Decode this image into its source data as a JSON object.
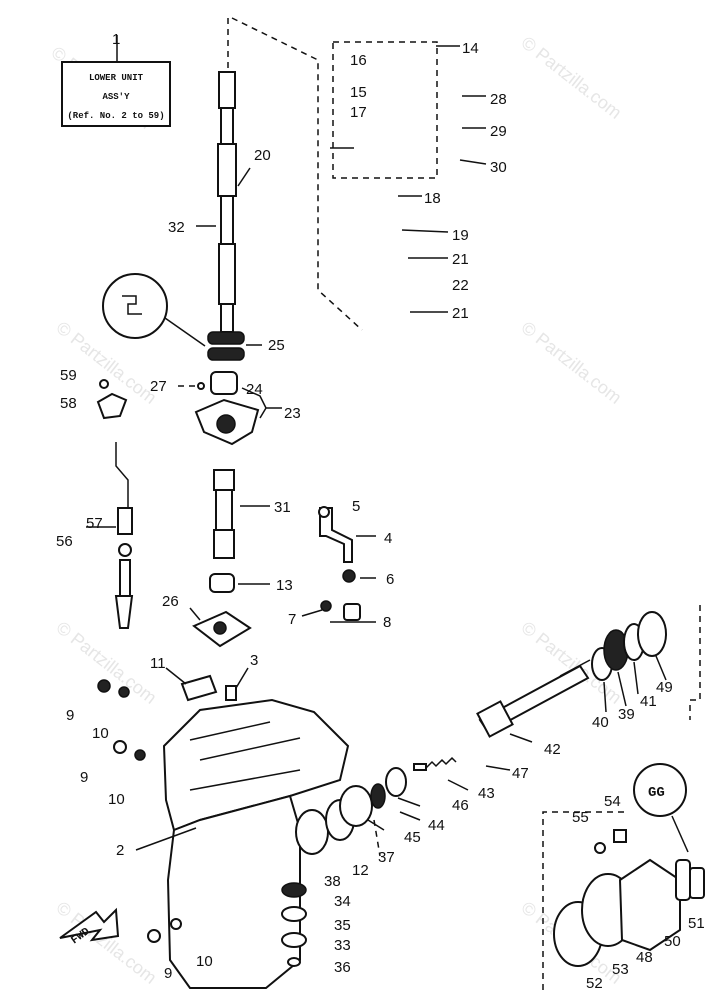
{
  "watermark": "© Partzilla.com",
  "title_box": {
    "line1": "LOWER UNIT",
    "line2": "ASS'Y",
    "line3": "(Ref. No. 2 to 59)"
  },
  "fwd_label": "FWD",
  "callouts": [
    {
      "id": "1",
      "text": "1"
    },
    {
      "id": "2",
      "text": "2"
    },
    {
      "id": "3",
      "text": "3"
    },
    {
      "id": "4",
      "text": "4"
    },
    {
      "id": "5",
      "text": "5"
    },
    {
      "id": "6",
      "text": "6"
    },
    {
      "id": "7",
      "text": "7"
    },
    {
      "id": "8",
      "text": "8"
    },
    {
      "id": "9a",
      "text": "9"
    },
    {
      "id": "9b",
      "text": "9"
    },
    {
      "id": "9c",
      "text": "9"
    },
    {
      "id": "10a",
      "text": "10"
    },
    {
      "id": "10b",
      "text": "10"
    },
    {
      "id": "10c",
      "text": "10"
    },
    {
      "id": "11",
      "text": "11"
    },
    {
      "id": "12",
      "text": "12"
    },
    {
      "id": "13",
      "text": "13"
    },
    {
      "id": "14",
      "text": "14"
    },
    {
      "id": "15",
      "text": "15"
    },
    {
      "id": "16",
      "text": "16"
    },
    {
      "id": "17",
      "text": "17"
    },
    {
      "id": "18",
      "text": "18"
    },
    {
      "id": "19",
      "text": "19"
    },
    {
      "id": "20",
      "text": "20"
    },
    {
      "id": "21a",
      "text": "21"
    },
    {
      "id": "21b",
      "text": "21"
    },
    {
      "id": "22",
      "text": "22"
    },
    {
      "id": "23",
      "text": "23"
    },
    {
      "id": "24",
      "text": "24"
    },
    {
      "id": "25",
      "text": "25"
    },
    {
      "id": "26",
      "text": "26"
    },
    {
      "id": "27",
      "text": "27"
    },
    {
      "id": "28",
      "text": "28"
    },
    {
      "id": "29",
      "text": "29"
    },
    {
      "id": "30",
      "text": "30"
    },
    {
      "id": "31",
      "text": "31"
    },
    {
      "id": "32",
      "text": "32"
    },
    {
      "id": "33",
      "text": "33"
    },
    {
      "id": "34",
      "text": "34"
    },
    {
      "id": "35",
      "text": "35"
    },
    {
      "id": "36",
      "text": "36"
    },
    {
      "id": "37",
      "text": "37"
    },
    {
      "id": "38",
      "text": "38"
    },
    {
      "id": "39",
      "text": "39"
    },
    {
      "id": "40",
      "text": "40"
    },
    {
      "id": "41",
      "text": "41"
    },
    {
      "id": "42",
      "text": "42"
    },
    {
      "id": "43",
      "text": "43"
    },
    {
      "id": "44",
      "text": "44"
    },
    {
      "id": "45",
      "text": "45"
    },
    {
      "id": "46",
      "text": "46"
    },
    {
      "id": "47",
      "text": "47"
    },
    {
      "id": "48",
      "text": "48"
    },
    {
      "id": "49",
      "text": "49"
    },
    {
      "id": "50",
      "text": "50"
    },
    {
      "id": "51",
      "text": "51"
    },
    {
      "id": "52",
      "text": "52"
    },
    {
      "id": "53",
      "text": "53"
    },
    {
      "id": "54",
      "text": "54"
    },
    {
      "id": "55",
      "text": "55"
    },
    {
      "id": "56",
      "text": "56"
    },
    {
      "id": "57",
      "text": "57"
    },
    {
      "id": "58",
      "text": "58"
    },
    {
      "id": "59",
      "text": "59"
    }
  ]
}
